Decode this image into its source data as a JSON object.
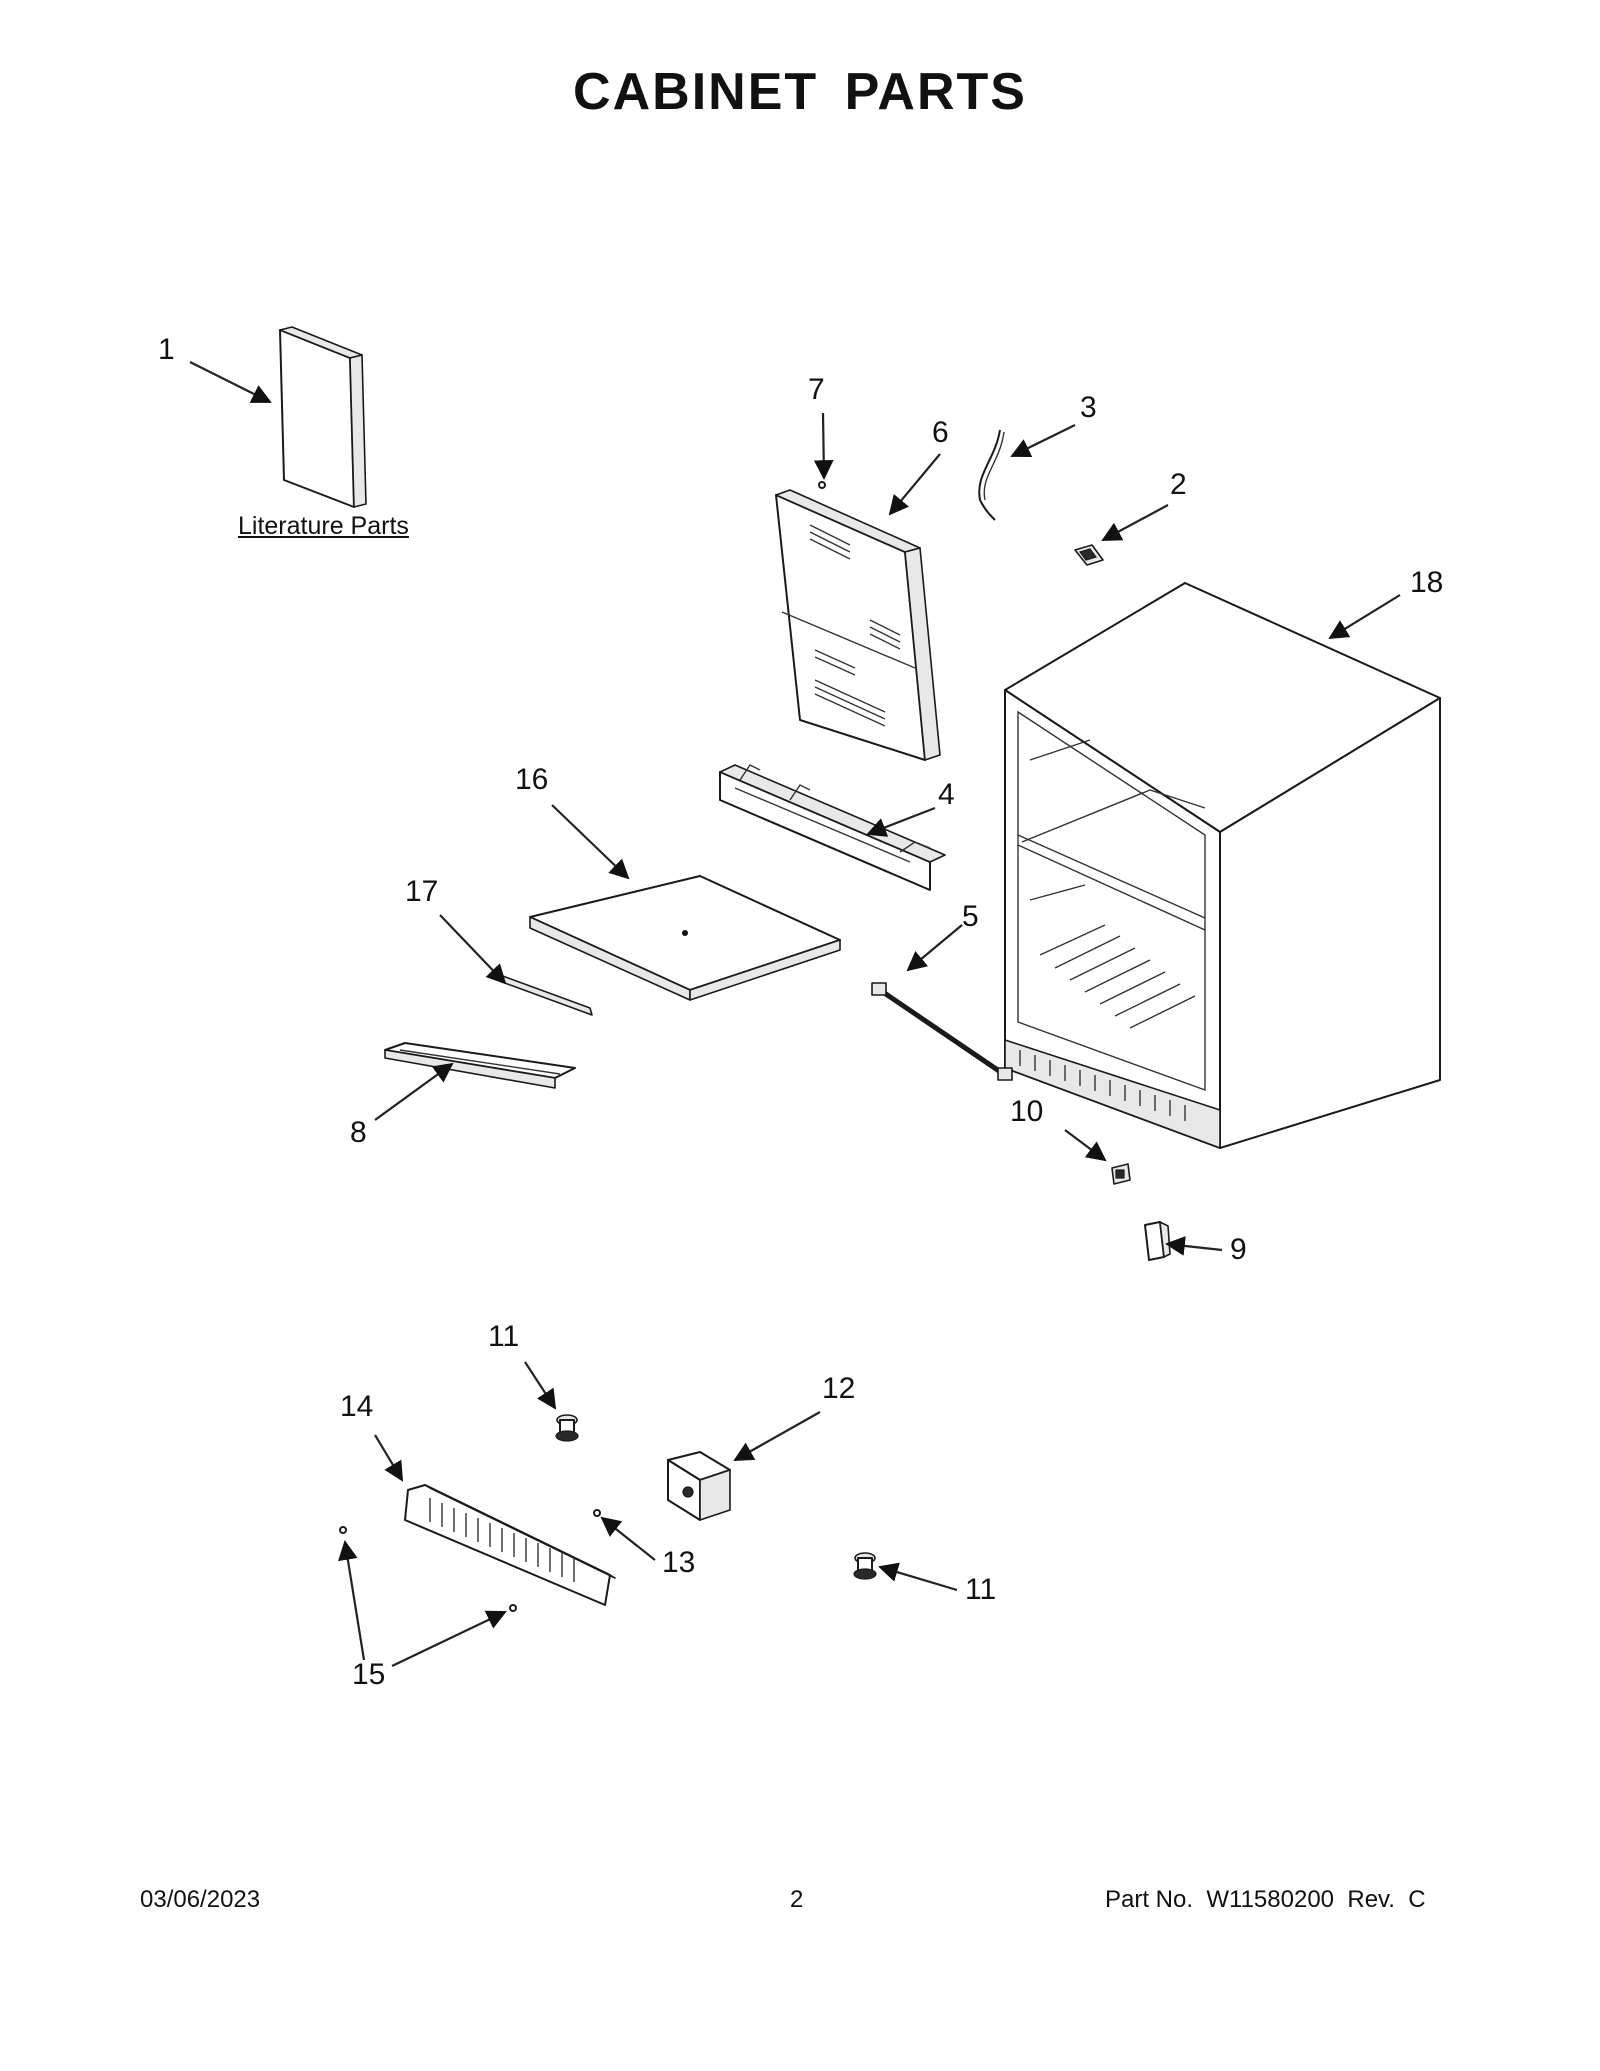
{
  "page": {
    "title": "CABINET PARTS",
    "literature_label": "Literature Parts",
    "footer": {
      "date": "03/06/2023",
      "page_number": "2",
      "part_number": "Part No.  W11580200  Rev.  C"
    }
  },
  "callouts": [
    {
      "id": "c1",
      "label": "1"
    },
    {
      "id": "c2",
      "label": "2"
    },
    {
      "id": "c3",
      "label": "3"
    },
    {
      "id": "c4",
      "label": "4"
    },
    {
      "id": "c5",
      "label": "5"
    },
    {
      "id": "c6",
      "label": "6"
    },
    {
      "id": "c7",
      "label": "7"
    },
    {
      "id": "c8",
      "label": "8"
    },
    {
      "id": "c9",
      "label": "9"
    },
    {
      "id": "c10",
      "label": "10"
    },
    {
      "id": "c11a",
      "label": "11"
    },
    {
      "id": "c11b",
      "label": "11"
    },
    {
      "id": "c12",
      "label": "12"
    },
    {
      "id": "c13",
      "label": "13"
    },
    {
      "id": "c14",
      "label": "14"
    },
    {
      "id": "c15",
      "label": "15"
    },
    {
      "id": "c16",
      "label": "16"
    },
    {
      "id": "c17",
      "label": "17"
    },
    {
      "id": "c18",
      "label": "18"
    }
  ]
}
